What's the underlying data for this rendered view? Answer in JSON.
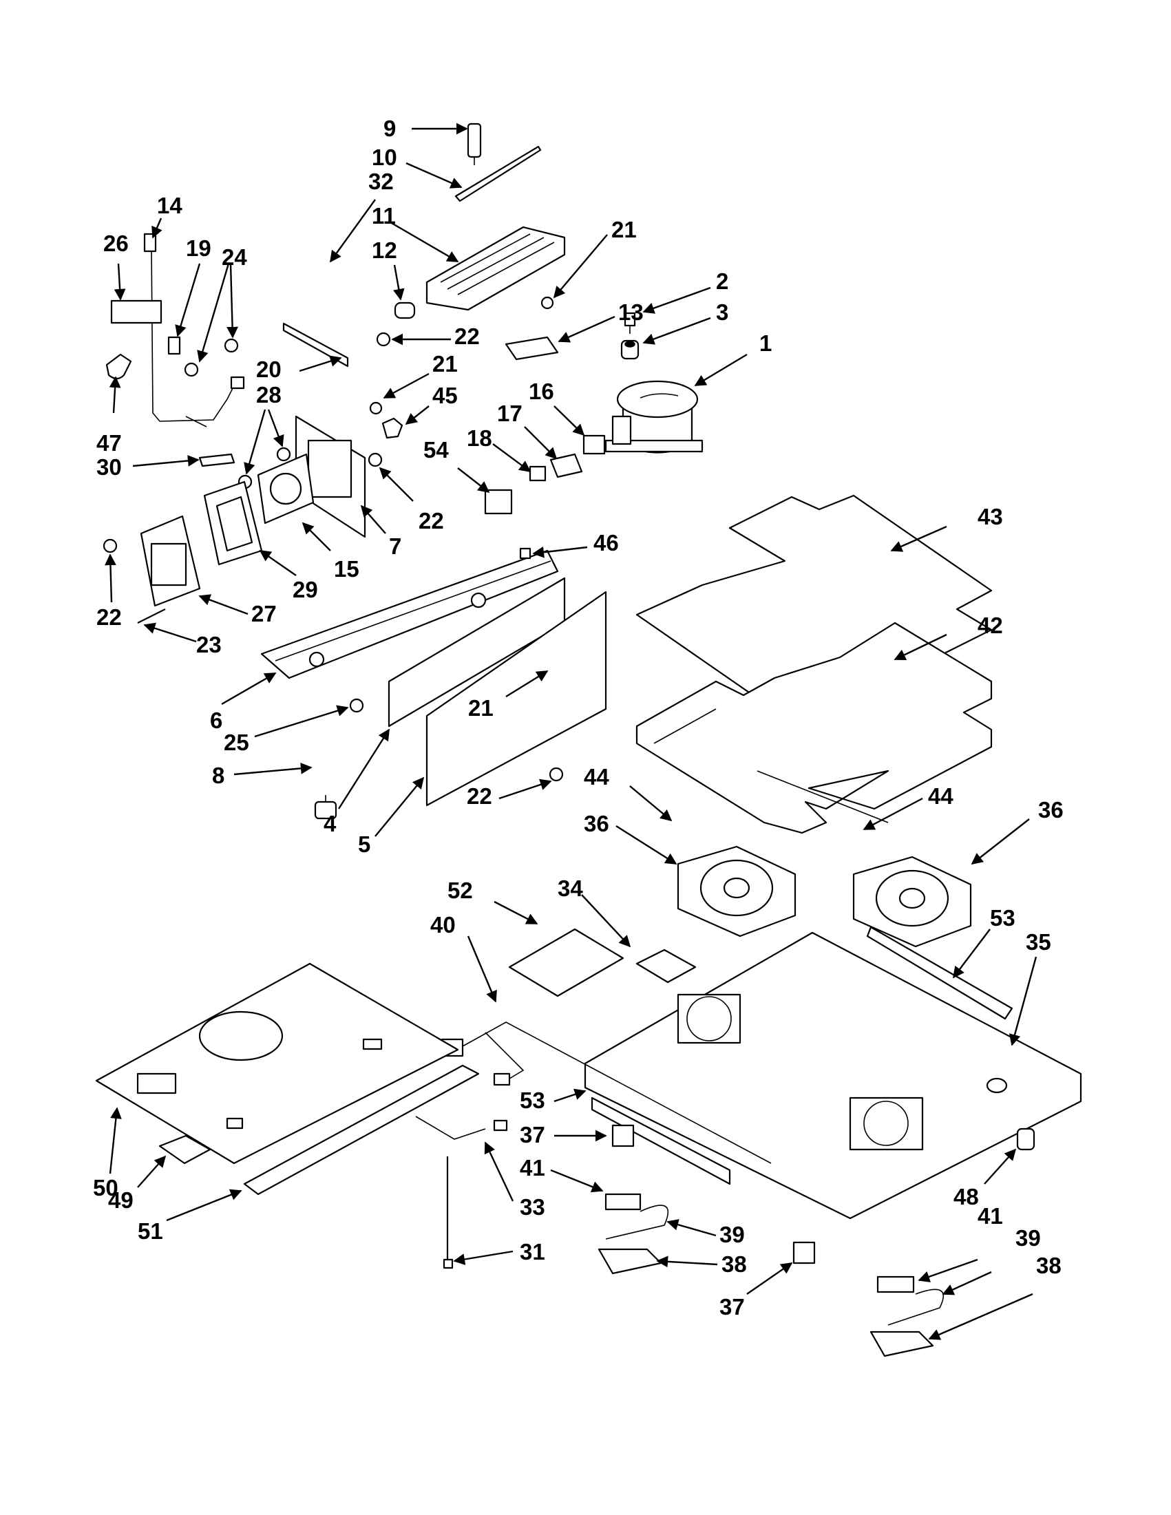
{
  "diagram": {
    "colors": {
      "line": "#000000",
      "background": "#ffffff"
    },
    "callouts": [
      {
        "id": "c1",
        "text": "1"
      },
      {
        "id": "c2",
        "text": "2"
      },
      {
        "id": "c3",
        "text": "3"
      },
      {
        "id": "c4",
        "text": "4"
      },
      {
        "id": "c5",
        "text": "5"
      },
      {
        "id": "c6",
        "text": "6"
      },
      {
        "id": "c7",
        "text": "7"
      },
      {
        "id": "c8",
        "text": "8"
      },
      {
        "id": "c9",
        "text": "9"
      },
      {
        "id": "c10",
        "text": "10"
      },
      {
        "id": "c11",
        "text": "11"
      },
      {
        "id": "c12",
        "text": "12"
      },
      {
        "id": "c13",
        "text": "13"
      },
      {
        "id": "c14",
        "text": "14"
      },
      {
        "id": "c15",
        "text": "15"
      },
      {
        "id": "c16",
        "text": "16"
      },
      {
        "id": "c17",
        "text": "17"
      },
      {
        "id": "c18",
        "text": "18"
      },
      {
        "id": "c19",
        "text": "19"
      },
      {
        "id": "c20",
        "text": "20"
      },
      {
        "id": "c21a",
        "text": "21"
      },
      {
        "id": "c21b",
        "text": "21"
      },
      {
        "id": "c21c",
        "text": "21"
      },
      {
        "id": "c22a",
        "text": "22"
      },
      {
        "id": "c22b",
        "text": "22"
      },
      {
        "id": "c22c",
        "text": "22"
      },
      {
        "id": "c22d",
        "text": "22"
      },
      {
        "id": "c23",
        "text": "23"
      },
      {
        "id": "c24",
        "text": "24"
      },
      {
        "id": "c25",
        "text": "25"
      },
      {
        "id": "c26",
        "text": "26"
      },
      {
        "id": "c27",
        "text": "27"
      },
      {
        "id": "c28",
        "text": "28"
      },
      {
        "id": "c29",
        "text": "29"
      },
      {
        "id": "c30",
        "text": "30"
      },
      {
        "id": "c31",
        "text": "31"
      },
      {
        "id": "c32",
        "text": "32"
      },
      {
        "id": "c33",
        "text": "33"
      },
      {
        "id": "c34",
        "text": "34"
      },
      {
        "id": "c35",
        "text": "35"
      },
      {
        "id": "c36a",
        "text": "36"
      },
      {
        "id": "c36b",
        "text": "36"
      },
      {
        "id": "c37a",
        "text": "37"
      },
      {
        "id": "c37b",
        "text": "37"
      },
      {
        "id": "c38a",
        "text": "38"
      },
      {
        "id": "c38b",
        "text": "38"
      },
      {
        "id": "c39a",
        "text": "39"
      },
      {
        "id": "c39b",
        "text": "39"
      },
      {
        "id": "c40",
        "text": "40"
      },
      {
        "id": "c41a",
        "text": "41"
      },
      {
        "id": "c41b",
        "text": "41"
      },
      {
        "id": "c42",
        "text": "42"
      },
      {
        "id": "c43",
        "text": "43"
      },
      {
        "id": "c44a",
        "text": "44"
      },
      {
        "id": "c44b",
        "text": "44"
      },
      {
        "id": "c45",
        "text": "45"
      },
      {
        "id": "c46",
        "text": "46"
      },
      {
        "id": "c47",
        "text": "47"
      },
      {
        "id": "c48",
        "text": "48"
      },
      {
        "id": "c49",
        "text": "49"
      },
      {
        "id": "c50",
        "text": "50"
      },
      {
        "id": "c51",
        "text": "51"
      },
      {
        "id": "c52",
        "text": "52"
      },
      {
        "id": "c53a",
        "text": "53"
      },
      {
        "id": "c53b",
        "text": "53"
      },
      {
        "id": "c54",
        "text": "54"
      }
    ]
  }
}
